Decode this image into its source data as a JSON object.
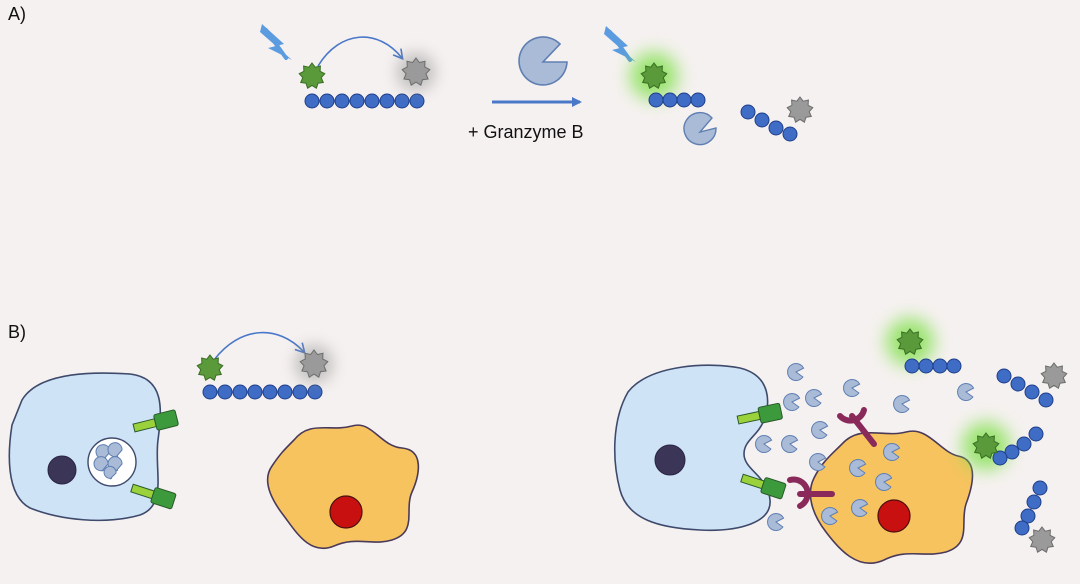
{
  "panels": {
    "a_label": "A)",
    "b_label": "B)"
  },
  "reaction": {
    "reagent_label": "+ Granzyme B"
  },
  "colors": {
    "background": "#f6f1f1",
    "bead": "#3f6cc4",
    "bead_stroke": "#1f3f8a",
    "fluorophore": "#5a9a3a",
    "fluorophore_glow": "#7fe04a",
    "quencher": "#9a9a9a",
    "granzyme": "#a9bbd6",
    "arrow": "#4a78c8",
    "light": "#5b9be0",
    "t_cell": "#cfe3f6",
    "nucleus_dark": "#3b3558",
    "target_cell": "#f7c35f",
    "target_nucleus": "#c81010",
    "receptor": "#3c9a3c",
    "receptor_tip": "#9bd13a",
    "antigen": "#8a2a5a"
  },
  "icons": {
    "light": "lightning-icon",
    "fluorophore": "star-fluorophore-icon",
    "quencher": "star-quencher-icon",
    "enzyme": "pacman-enzyme-icon"
  }
}
